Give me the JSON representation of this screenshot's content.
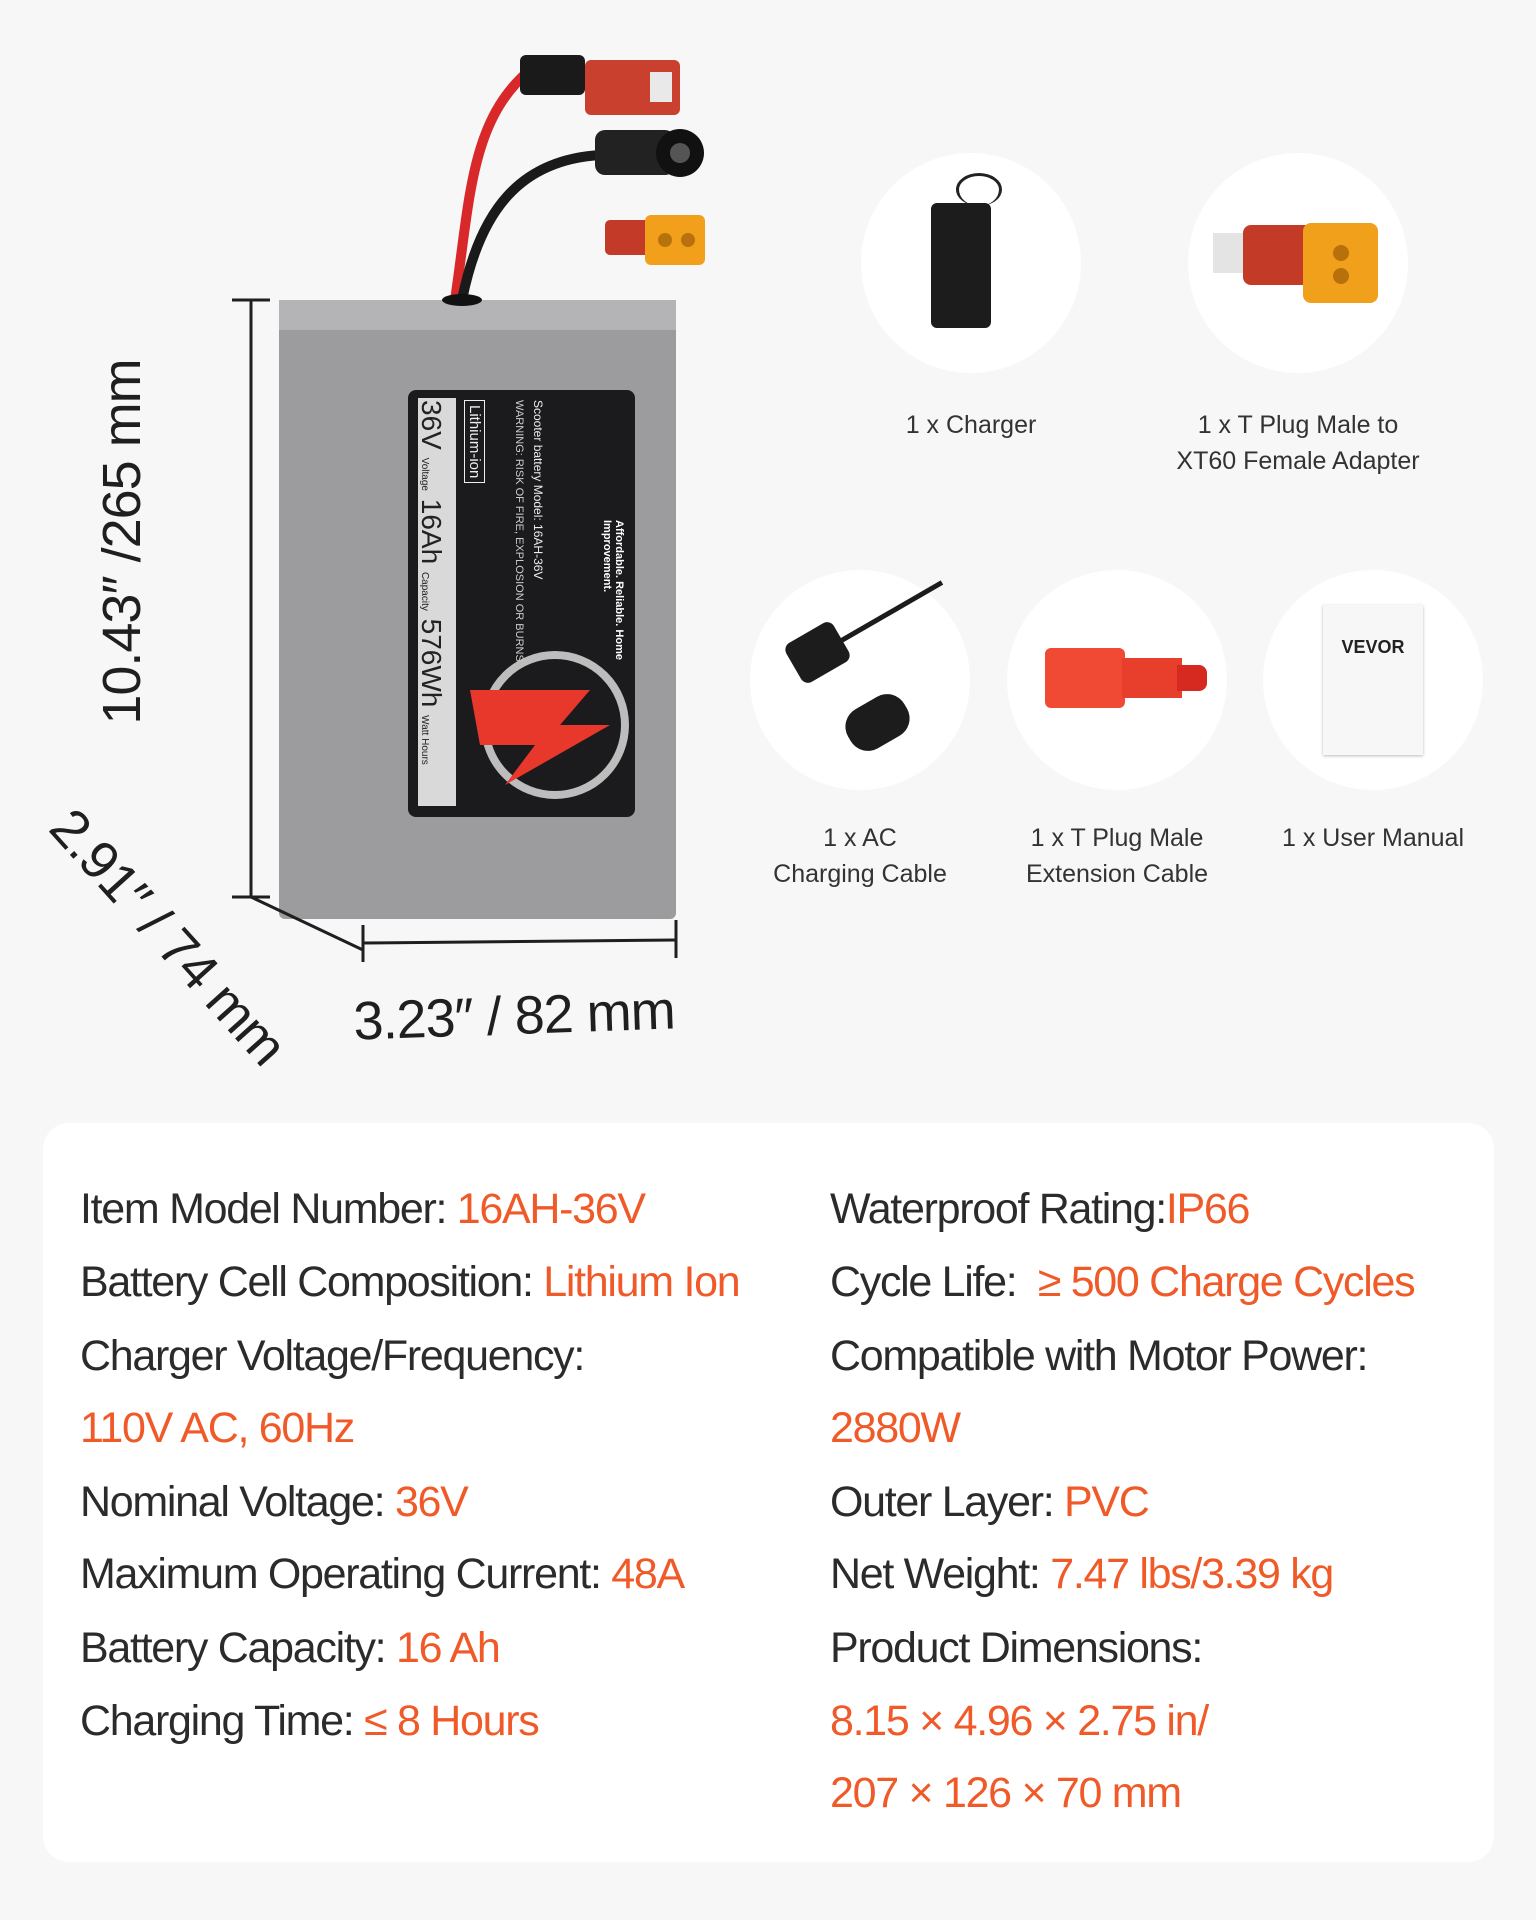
{
  "dimensions": {
    "height": "10.43″ /265 mm",
    "width": "3.23″ / 82 mm",
    "depth": "2.91″ / 74 mm"
  },
  "battery_label": {
    "chemistry": "Lithium-ion",
    "voltage": "36V",
    "voltage_unit": "Voltage",
    "capacity": "16Ah",
    "capacity_unit": "Capacity",
    "energy": "576Wh",
    "energy_unit": "Watt Hours",
    "tagline": "Affordable. Reliable. Home Improvement.",
    "model_line": "Scooter battery  Model: 16AH-36V",
    "warning": "WARNING: RISK OF FIRE, EXPLOSION OR BURNS"
  },
  "accessories": [
    {
      "line1": "1 x Charger",
      "line2": ""
    },
    {
      "line1": "1 x T Plug Male to",
      "line2": "XT60 Female Adapter"
    },
    {
      "line1": "1 x AC",
      "line2": "Charging Cable"
    },
    {
      "line1": "1 x T Plug Male",
      "line2": "Extension Cable"
    },
    {
      "line1": "1 x User Manual",
      "line2": ""
    }
  ],
  "manual_brand": "VEVOR",
  "specs_left": [
    {
      "label": "Item Model Number: ",
      "value": "16AH-36V"
    },
    {
      "label": "Battery Cell Composition: ",
      "value": "Lithium Ion"
    },
    {
      "label": "Charger Voltage/Frequency:",
      "value": ""
    },
    {
      "label": "",
      "value": "110V AC, 60Hz"
    },
    {
      "label": "Nominal Voltage: ",
      "value": "36V"
    },
    {
      "label": "Maximum Operating Current: ",
      "value": "48A"
    },
    {
      "label": "Battery Capacity: ",
      "value": "16 Ah"
    },
    {
      "label": "Charging Time: ",
      "value": "≤ 8 Hours"
    }
  ],
  "specs_right": [
    {
      "label": "Waterproof Rating:",
      "value": "IP66"
    },
    {
      "label": "Cycle Life:  ",
      "value": "≥ 500 Charge Cycles"
    },
    {
      "label": "Compatible with Motor Power:",
      "value": ""
    },
    {
      "label": "",
      "value": "2880W"
    },
    {
      "label": "Outer Layer: ",
      "value": "PVC"
    },
    {
      "label": "Net Weight: ",
      "value": "7.47 lbs/3.39 kg"
    },
    {
      "label": "Product Dimensions:",
      "value": ""
    },
    {
      "label": "",
      "value": "8.15 × 4.96 × 2.75 in/"
    },
    {
      "label": "",
      "value": "207 × 126 × 70 mm"
    }
  ],
  "colors": {
    "accent": "#f05a28",
    "text": "#2b2b2b",
    "background": "#f7f7f7",
    "card": "#ffffff"
  }
}
